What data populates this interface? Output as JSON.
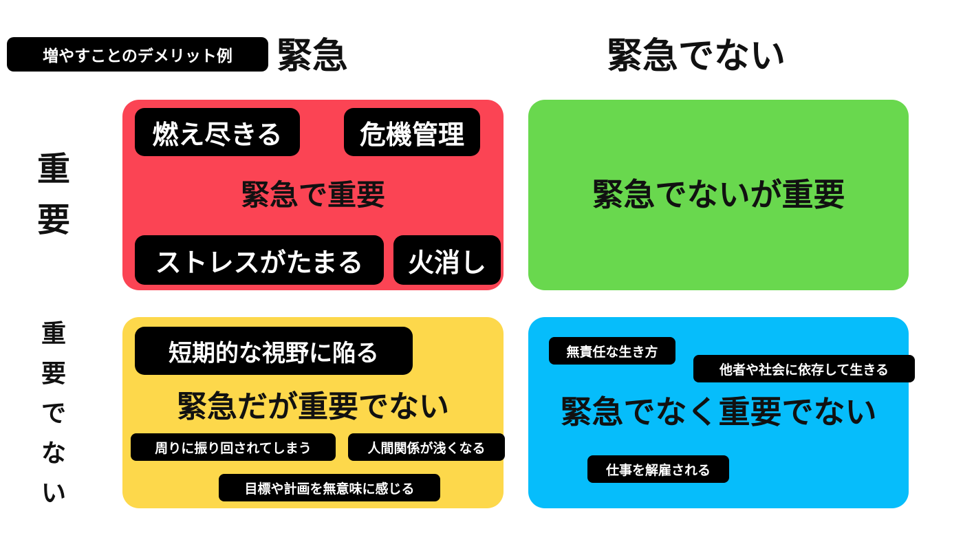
{
  "title_tag": "増やすことのデメリット例",
  "columns": {
    "urgent": "緊急",
    "not_urgent": "緊急でない"
  },
  "rows": {
    "important": [
      "重",
      "要"
    ],
    "not_important": [
      "重",
      "要",
      "で",
      "な",
      "い"
    ]
  },
  "quadrants": {
    "q1": {
      "title": "緊急で重要",
      "color": "#fb4454",
      "tags": [
        "燃え尽きる",
        "危機管理",
        "ストレスがたまる",
        "火消し"
      ]
    },
    "q2": {
      "title": "緊急でないが重要",
      "color": "#69d84e",
      "tags": []
    },
    "q3": {
      "title": "緊急だが重要でない",
      "color": "#fdd84b",
      "tags": [
        "短期的な視野に陥る",
        "周りに振り回されてしまう",
        "人間関係が浅くなる",
        "目標や計画を無意味に感じる"
      ]
    },
    "q4": {
      "title": "緊急でなく重要でない",
      "color": "#06bdfb",
      "tags": [
        "無責任な生き方",
        "他者や社会に依存して生きる",
        "仕事を解雇される"
      ]
    }
  }
}
